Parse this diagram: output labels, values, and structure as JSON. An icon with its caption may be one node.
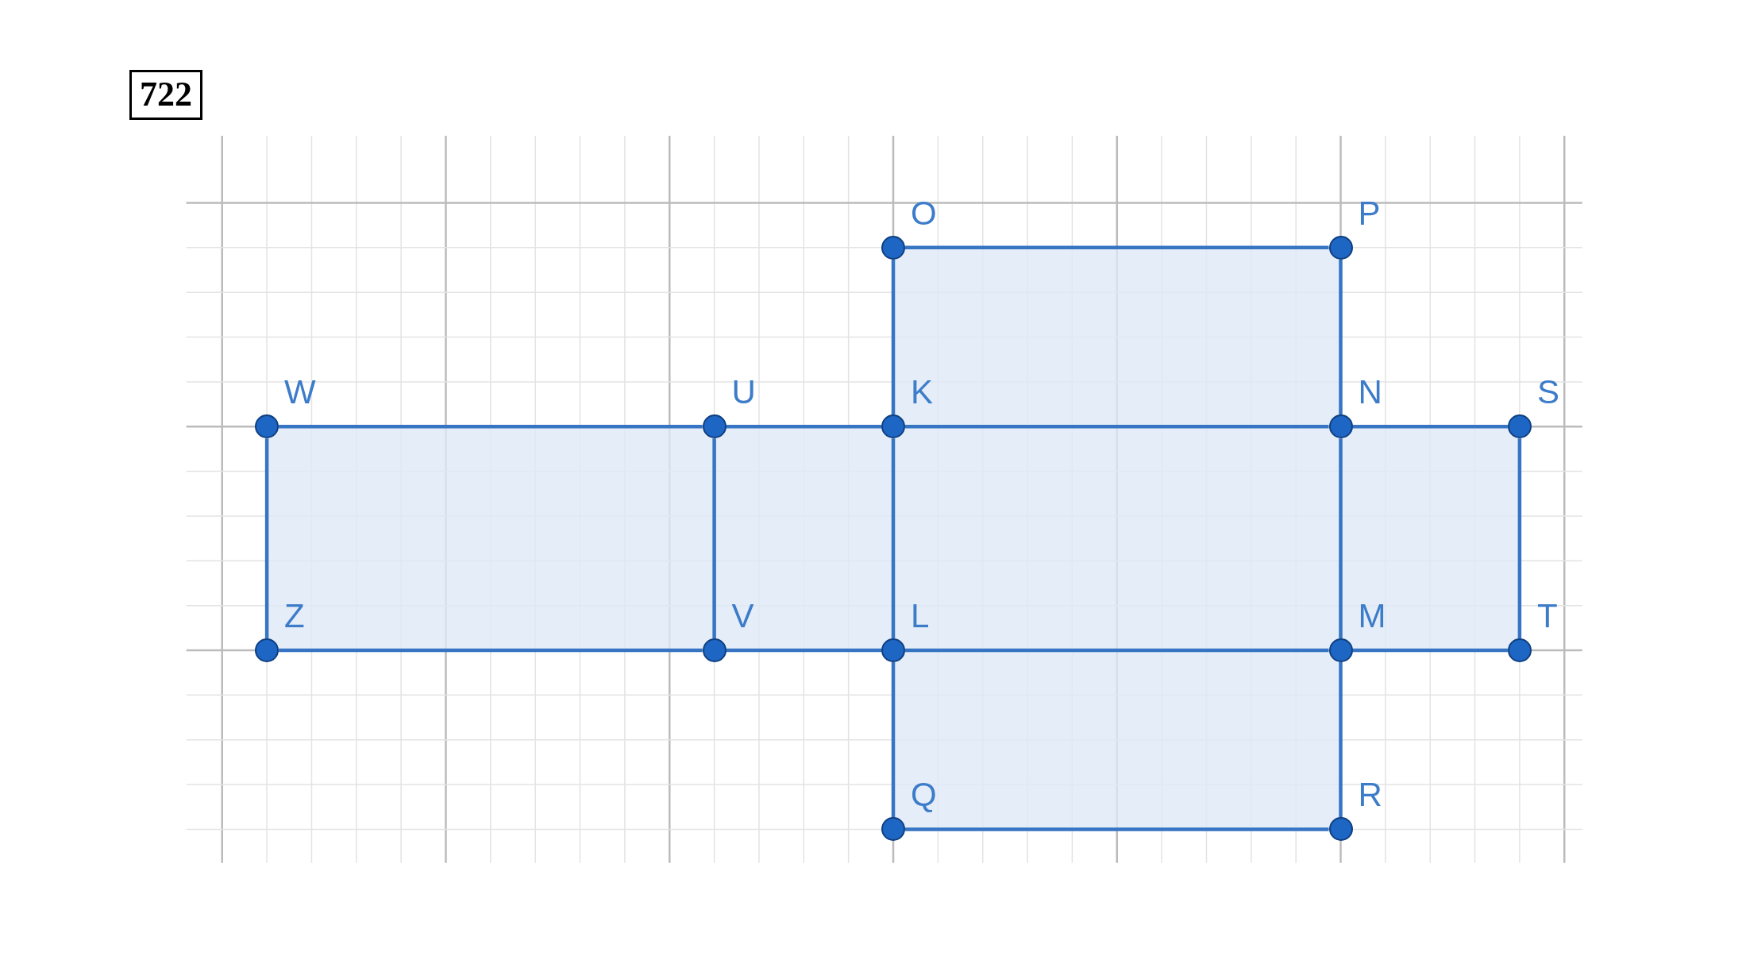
{
  "diagram": {
    "nodes": [
      {
        "text": [],
        "shape": "circle",
        "beside": [
          "O"
        ]
      },
      {
        "text": [],
        "shape": "circle",
        "beside": [
          "P"
        ]
      },
      {
        "text": [],
        "shape": "circle",
        "beside": [
          "W"
        ]
      },
      {
        "text": [],
        "shape": "circle",
        "beside": [
          "U"
        ]
      },
      {
        "text": [],
        "shape": "circle",
        "beside": [
          "K"
        ]
      },
      {
        "text": [],
        "shape": "circle",
        "beside": [
          "N"
        ]
      },
      {
        "text": [],
        "shape": "circle",
        "beside": [
          "S"
        ]
      },
      {
        "text": [],
        "shape": "circle",
        "beside": [
          "Z"
        ]
      },
      {
        "text": [],
        "shape": "circle",
        "beside": [
          "V"
        ]
      },
      {
        "text": [],
        "shape": "circle",
        "beside": [
          "L"
        ]
      },
      {
        "text": [],
        "shape": "circle",
        "beside": [
          "M"
        ]
      },
      {
        "text": [],
        "shape": "circle",
        "beside": [
          "T"
        ]
      },
      {
        "text": [],
        "shape": "circle",
        "beside": [
          "Q"
        ]
      },
      {
        "text": [],
        "shape": "circle",
        "beside": [
          "R"
        ]
      }
    ],
    "edges": [
      {
        "from": 0,
        "to": 1,
        "arrow": "none"
      },
      {
        "from": 1,
        "to": 5,
        "arrow": "none"
      },
      {
        "from": 0,
        "to": 4,
        "arrow": "none"
      },
      {
        "from": 2,
        "to": 3,
        "arrow": "none"
      },
      {
        "from": 3,
        "to": 4,
        "arrow": "none"
      },
      {
        "from": 4,
        "to": 5,
        "arrow": "none"
      },
      {
        "from": 5,
        "to": 6,
        "arrow": "none"
      },
      {
        "from": 2,
        "to": 7,
        "arrow": "none"
      },
      {
        "from": 3,
        "to": 8,
        "arrow": "none"
      },
      {
        "from": 4,
        "to": 9,
        "arrow": "none"
      },
      {
        "from": 5,
        "to": 10,
        "arrow": "none"
      },
      {
        "from": 6,
        "to": 11,
        "arrow": "none"
      },
      {
        "from": 7,
        "to": 8,
        "arrow": "none"
      },
      {
        "from": 8,
        "to": 9,
        "arrow": "none"
      },
      {
        "from": 9,
        "to": 10,
        "arrow": "none"
      },
      {
        "from": 10,
        "to": 11,
        "arrow": "none"
      },
      {
        "from": 9,
        "to": 12,
        "arrow": "none"
      },
      {
        "from": 10,
        "to": 13,
        "arrow": "none"
      },
      {
        "from": 12,
        "to": 13,
        "arrow": "none"
      }
    ],
    "labels": [
      "722"
    ]
  }
}
